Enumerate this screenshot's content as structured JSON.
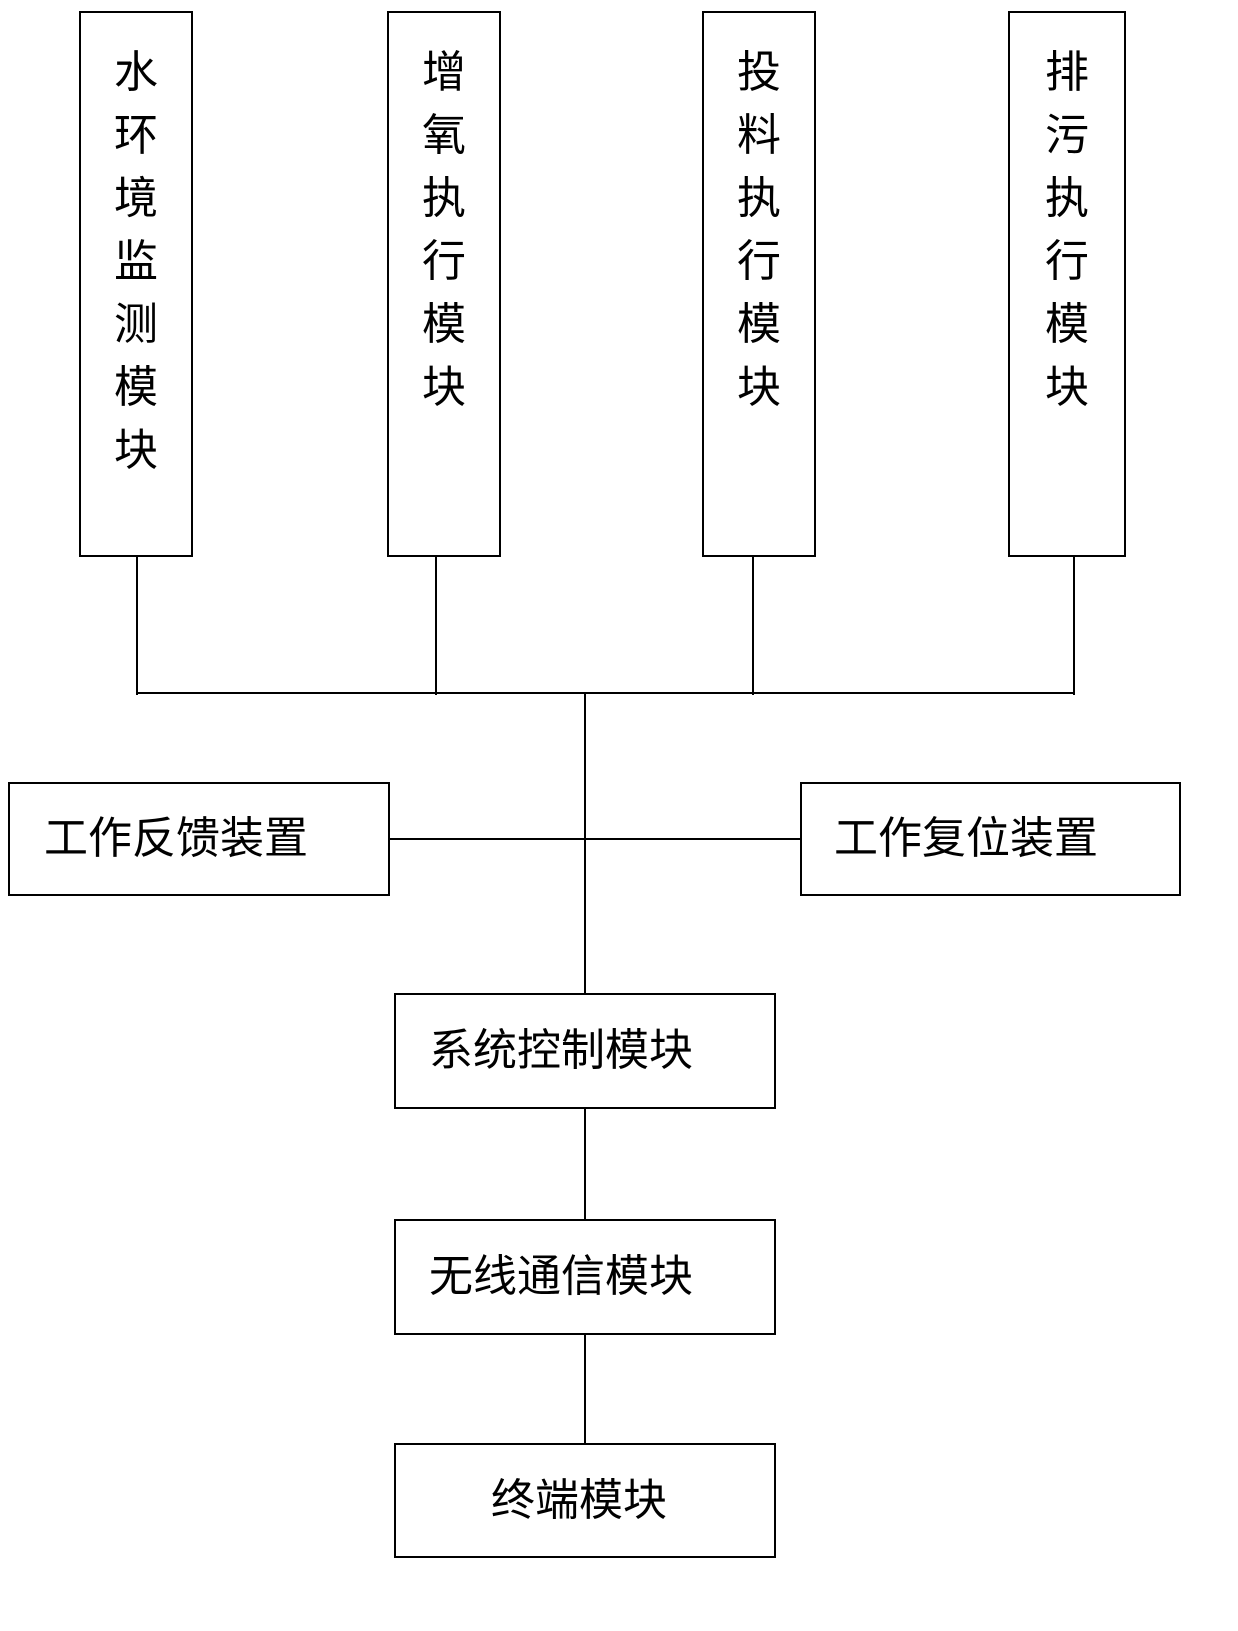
{
  "top_modules": [
    {
      "label": "水环境监测模块"
    },
    {
      "label": "增氧执行模块"
    },
    {
      "label": "投料执行模块"
    },
    {
      "label": "排污执行模块"
    }
  ],
  "feedback_device": {
    "label": "工作反馈装置"
  },
  "reset_device": {
    "label": "工作复位装置"
  },
  "control_module": {
    "label": "系统控制模块"
  },
  "wireless_module": {
    "label": "无线通信模块"
  },
  "terminal_module": {
    "label": "终端模块"
  }
}
